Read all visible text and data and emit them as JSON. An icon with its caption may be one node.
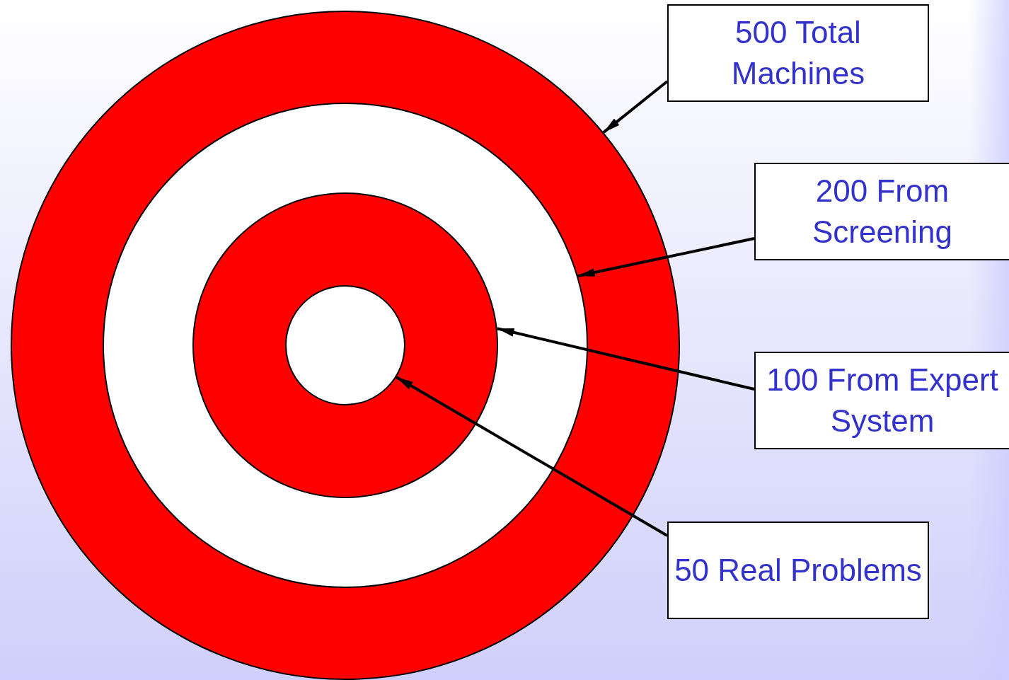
{
  "diagram": {
    "nodes": [
      {
        "text": [],
        "shape": "circle"
      },
      {
        "text": [],
        "shape": "circle",
        "in": 0
      },
      {
        "text": [],
        "shape": "circle",
        "in": 1
      },
      {
        "text": [],
        "shape": "circle",
        "in": 2
      },
      {
        "text": [
          "500 Total Machines"
        ]
      },
      {
        "text": [
          "200 From Screening"
        ]
      },
      {
        "text": [
          "100 From Expert System"
        ]
      },
      {
        "text": [
          "50 Real Problems"
        ]
      }
    ],
    "edges": [
      {
        "from": 4,
        "to": 0,
        "arrow": "to"
      },
      {
        "from": 5,
        "to": 1,
        "arrow": "to"
      },
      {
        "from": 6,
        "to": 2,
        "arrow": "to"
      },
      {
        "from": 7,
        "to": 3,
        "arrow": "to"
      }
    ]
  }
}
